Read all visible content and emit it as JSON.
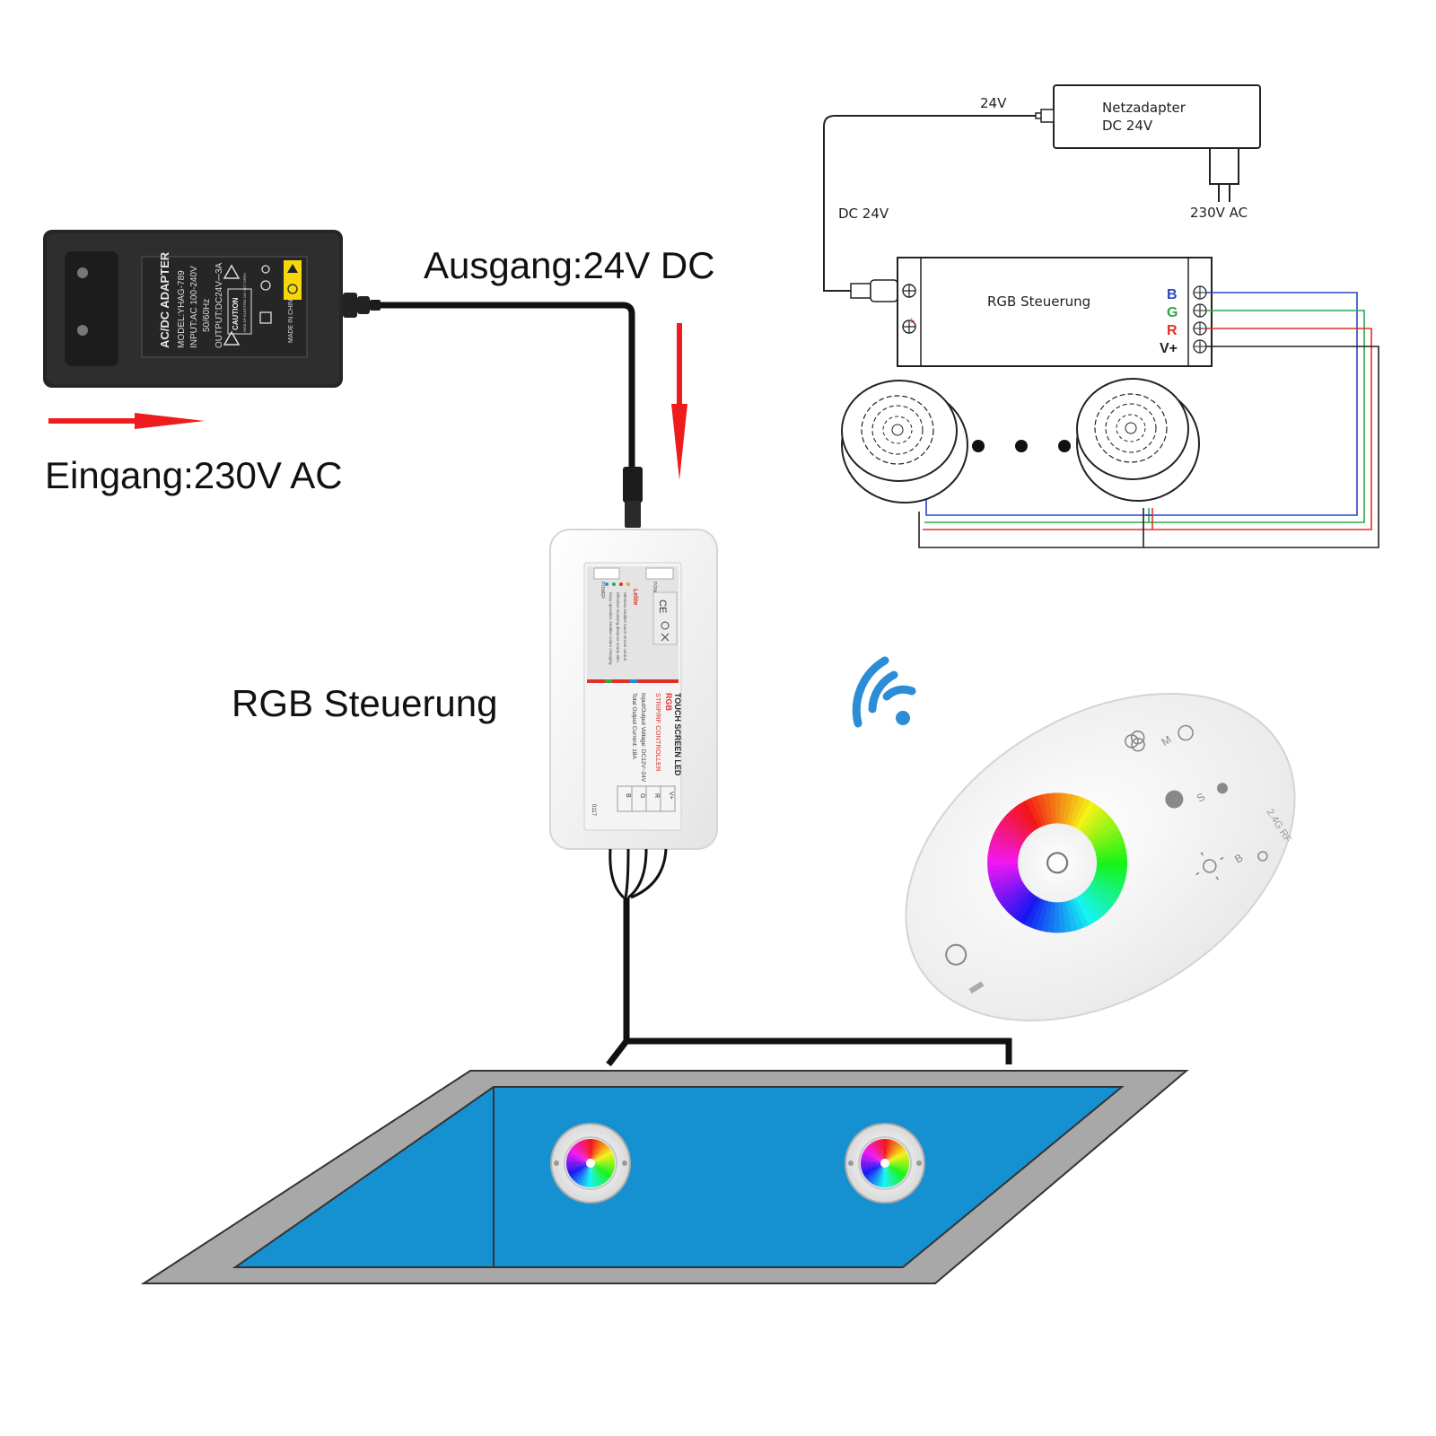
{
  "labels": {
    "output": "Ausgang:24V DC",
    "input": "Eingang:230V AC",
    "controller": "RGB Steuerung"
  },
  "adapter": {
    "title": "AC/DC ADAPTER",
    "model": "MODEL:YHAG-789",
    "input_line": "INPUT:AC 100-240V",
    "freq": "50/60Hz",
    "output_line": "OUTPUT:DC24V⎓3A",
    "caution": "CAUTION",
    "caution_sub": "RISK OF ELECTRIC DO NOT OPEN",
    "origin": "MADE IN CHINA"
  },
  "controller_box": {
    "power_label": "POWER",
    "brand": "Lelite",
    "product_line1": "TOUCH SCREEN LED",
    "product_rgb": "RGB",
    "product_line2": "STRIP/RF CONTROLLER",
    "spec_voltage": "Input/Output Voltage: DC12V~24V",
    "spec_current": "Total Output Current: 18A",
    "features": [
      "Wireless intuitive touch remote control",
      "Effective receiving distance nearly 30m",
      "Easy operation, intuitive colors changing"
    ],
    "terminals": [
      "V+",
      "R",
      "G",
      "B"
    ],
    "serial": "0117",
    "ce": "CE"
  },
  "schematic": {
    "v24": "24V",
    "adapter_line1": "Netzadapter",
    "adapter_line2": "DC 24V",
    "ac": "230V AC",
    "dc": "DC 24V",
    "controller": "RGB Steuerung",
    "terminals": [
      "B",
      "G",
      "R",
      "V+"
    ],
    "wire_colors": [
      "#2b44c4",
      "#2aa84a",
      "#e0302a",
      "#222222"
    ]
  },
  "remote": {
    "mode_key": "M",
    "speed_key": "S",
    "bright_key": "B",
    "rf": "2.4G RF"
  },
  "colors": {
    "arrow": "#ee1c1c",
    "pool_water": "#1590d0",
    "pool_rim": "#a8a8a8",
    "wire": "#111111"
  }
}
